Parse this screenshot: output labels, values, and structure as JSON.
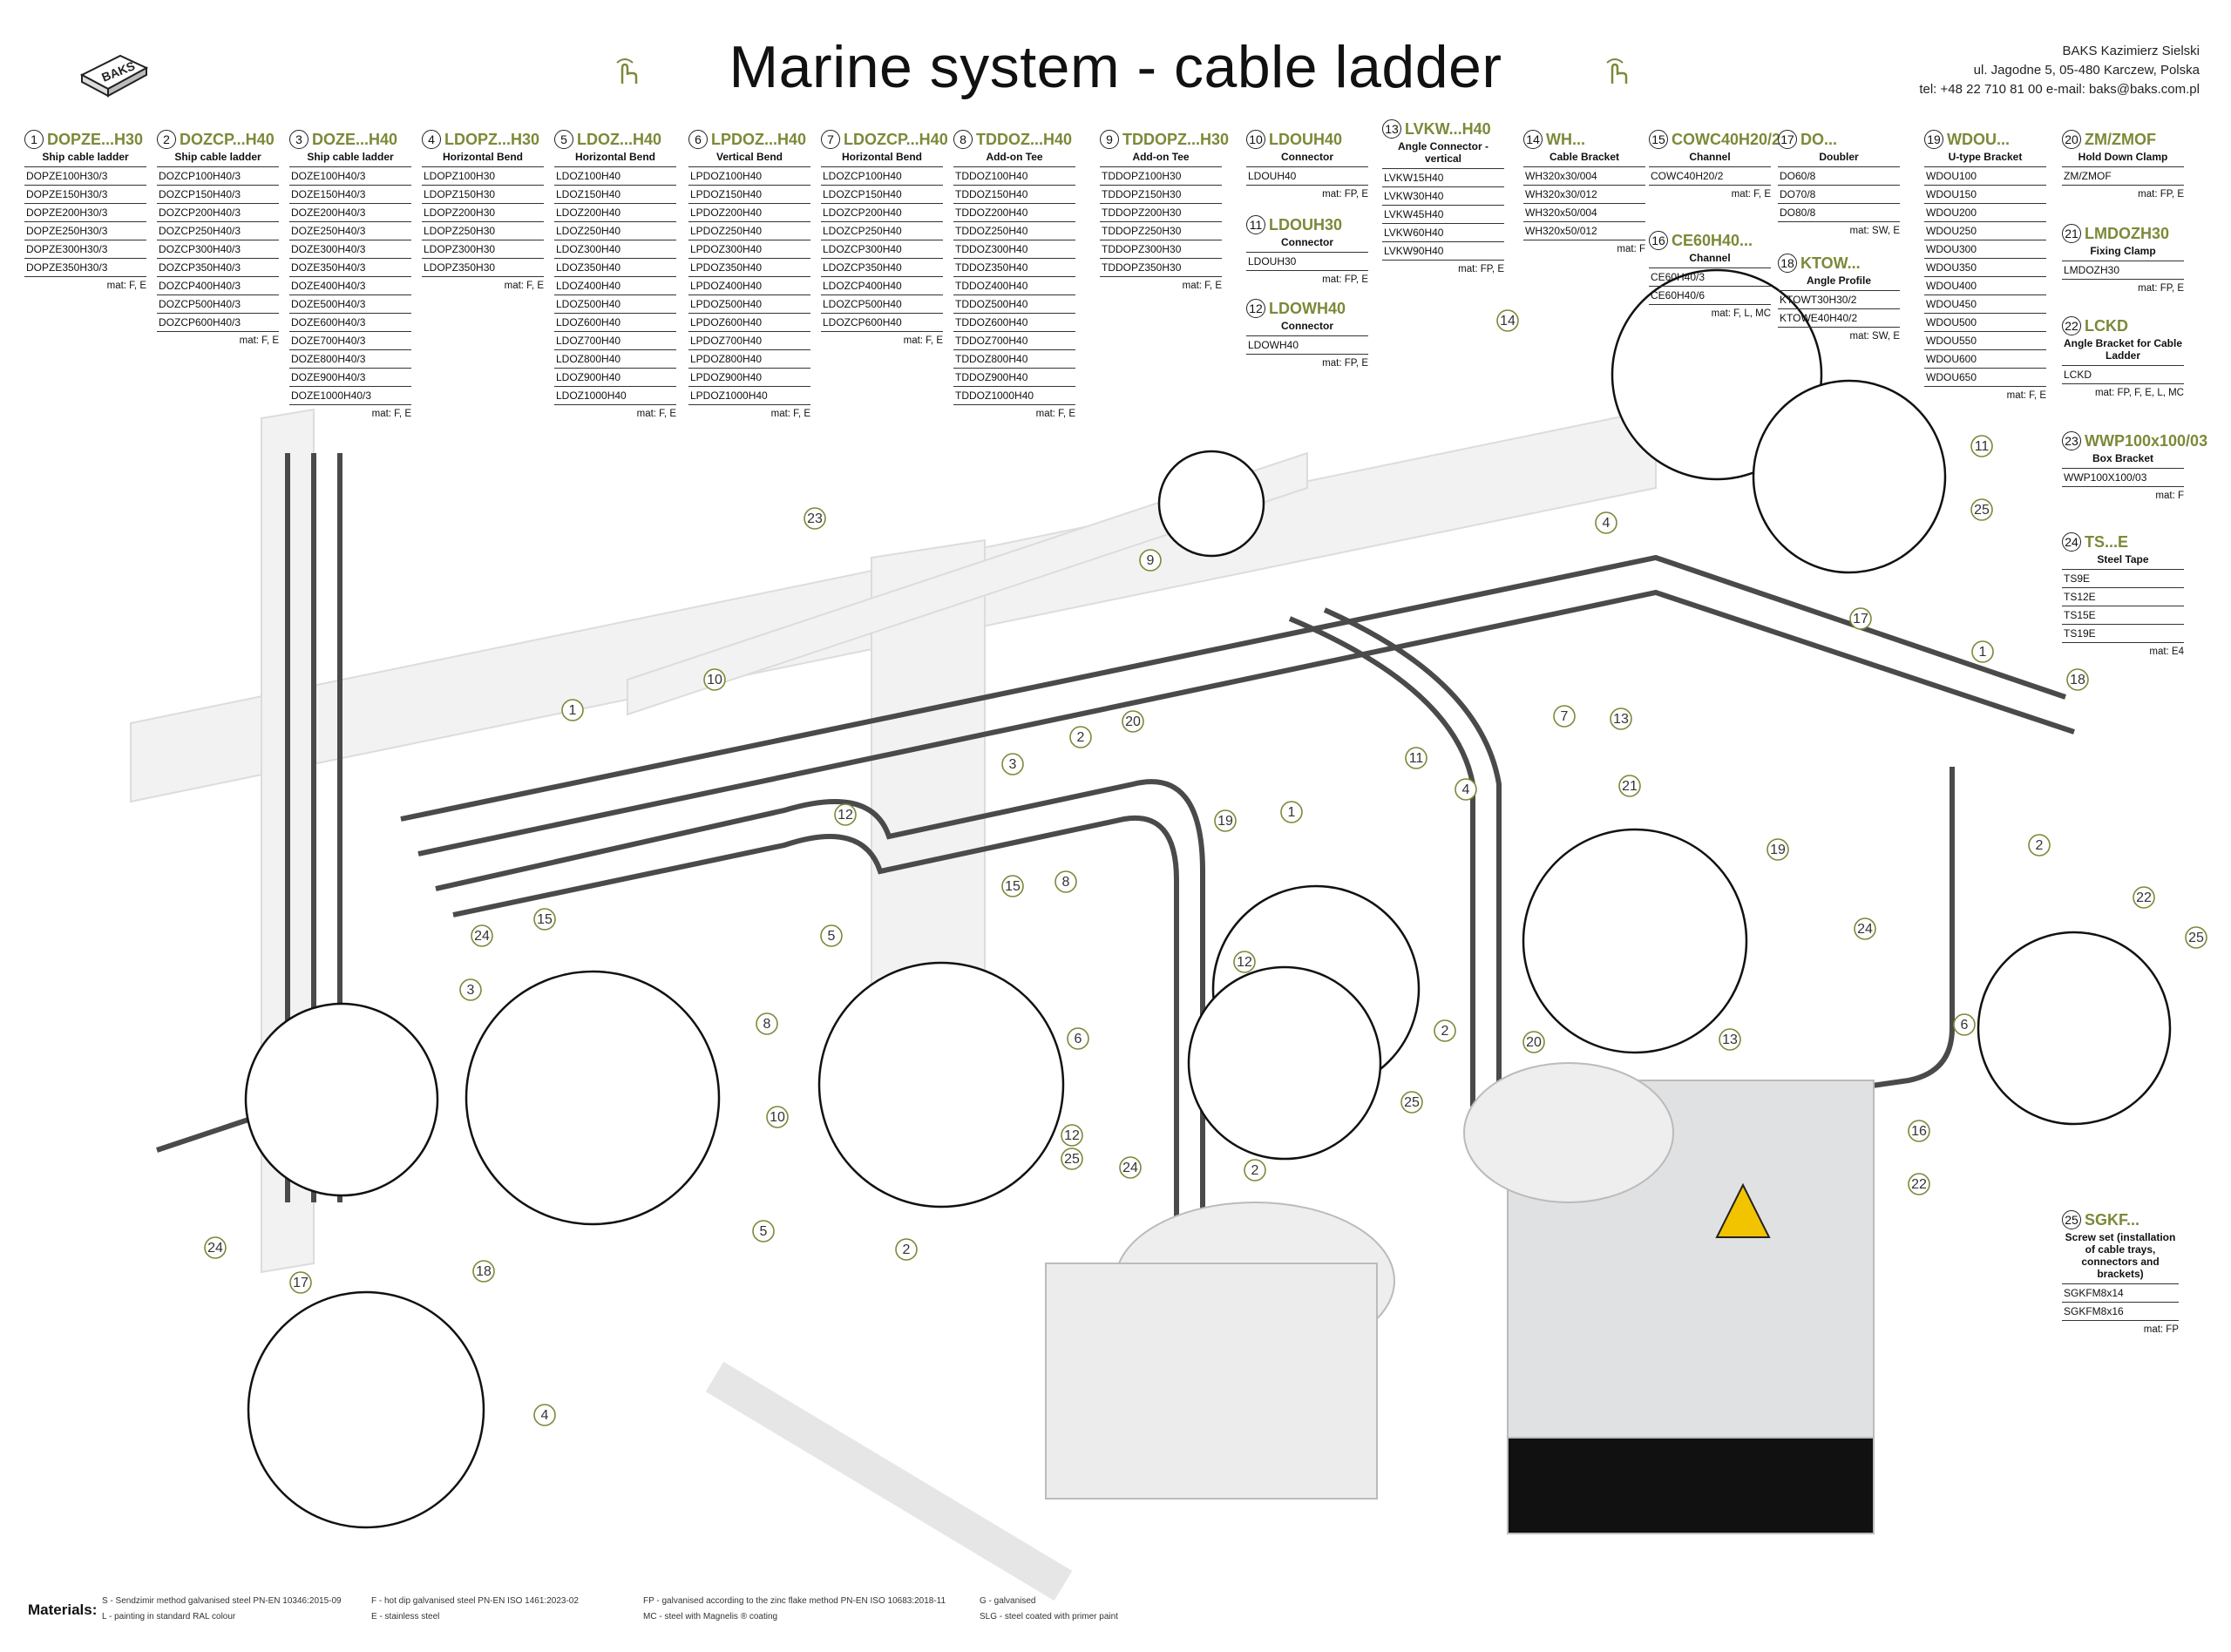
{
  "title": "Marine system - cable ladder",
  "company": {
    "name": "BAKS Kazimierz Sielski",
    "address": "ul. Jagodne 5, 05-480 Karczew, Polska",
    "contact": "tel: +48 22 710 81 00 e-mail: baks@baks.com.pl"
  },
  "logo_text": "BAKS",
  "icons": [
    "baks-logo-icon",
    "hand-touch-icon"
  ],
  "products": [
    {
      "num": "1",
      "code": "DOPZE...H30",
      "name": "Ship cable ladder",
      "items": [
        "DOPZE100H30/3",
        "DOPZE150H30/3",
        "DOPZE200H30/3",
        "DOPZE250H30/3",
        "DOPZE300H30/3",
        "DOPZE350H30/3"
      ],
      "mat": "mat: F, E"
    },
    {
      "num": "2",
      "code": "DOZCP...H40",
      "name": "Ship cable ladder",
      "items": [
        "DOZCP100H40/3",
        "DOZCP150H40/3",
        "DOZCP200H40/3",
        "DOZCP250H40/3",
        "DOZCP300H40/3",
        "DOZCP350H40/3",
        "DOZCP400H40/3",
        "DOZCP500H40/3",
        "DOZCP600H40/3"
      ],
      "mat": "mat: F, E"
    },
    {
      "num": "3",
      "code": "DOZE...H40",
      "name": "Ship cable ladder",
      "items": [
        "DOZE100H40/3",
        "DOZE150H40/3",
        "DOZE200H40/3",
        "DOZE250H40/3",
        "DOZE300H40/3",
        "DOZE350H40/3",
        "DOZE400H40/3",
        "DOZE500H40/3",
        "DOZE600H40/3",
        "DOZE700H40/3",
        "DOZE800H40/3",
        "DOZE900H40/3",
        "DOZE1000H40/3"
      ],
      "mat": "mat: F, E"
    },
    {
      "num": "4",
      "code": "LDOPZ...H30",
      "name": "Horizontal Bend",
      "items": [
        "LDOPZ100H30",
        "LDOPZ150H30",
        "LDOPZ200H30",
        "LDOPZ250H30",
        "LDOPZ300H30",
        "LDOPZ350H30"
      ],
      "mat": "mat: F, E"
    },
    {
      "num": "5",
      "code": "LDOZ...H40",
      "name": "Horizontal Bend",
      "items": [
        "LDOZ100H40",
        "LDOZ150H40",
        "LDOZ200H40",
        "LDOZ250H40",
        "LDOZ300H40",
        "LDOZ350H40",
        "LDOZ400H40",
        "LDOZ500H40",
        "LDOZ600H40",
        "LDOZ700H40",
        "LDOZ800H40",
        "LDOZ900H40",
        "LDOZ1000H40"
      ],
      "mat": "mat: F, E"
    },
    {
      "num": "6",
      "code": "LPDOZ...H40",
      "name": "Vertical Bend",
      "items": [
        "LPDOZ100H40",
        "LPDOZ150H40",
        "LPDOZ200H40",
        "LPDOZ250H40",
        "LPDOZ300H40",
        "LPDOZ350H40",
        "LPDOZ400H40",
        "LPDOZ500H40",
        "LPDOZ600H40",
        "LPDOZ700H40",
        "LPDOZ800H40",
        "LPDOZ900H40",
        "LPDOZ1000H40"
      ],
      "mat": "mat: F, E"
    },
    {
      "num": "7",
      "code": "LDOZCP...H40",
      "name": "Horizontal Bend",
      "items": [
        "LDOZCP100H40",
        "LDOZCP150H40",
        "LDOZCP200H40",
        "LDOZCP250H40",
        "LDOZCP300H40",
        "LDOZCP350H40",
        "LDOZCP400H40",
        "LDOZCP500H40",
        "LDOZCP600H40"
      ],
      "mat": "mat: F, E"
    },
    {
      "num": "8",
      "code": "TDDOZ...H40",
      "name": "Add-on Tee",
      "items": [
        "TDDOZ100H40",
        "TDDOZ150H40",
        "TDDOZ200H40",
        "TDDOZ250H40",
        "TDDOZ300H40",
        "TDDOZ350H40",
        "TDDOZ400H40",
        "TDDOZ500H40",
        "TDDOZ600H40",
        "TDDOZ700H40",
        "TDDOZ800H40",
        "TDDOZ900H40",
        "TDDOZ1000H40"
      ],
      "mat": "mat: F, E"
    },
    {
      "num": "9",
      "code": "TDDOPZ...H30",
      "name": "Add-on Tee",
      "items": [
        "TDDOPZ100H30",
        "TDDOPZ150H30",
        "TDDOPZ200H30",
        "TDDOPZ250H30",
        "TDDOPZ300H30",
        "TDDOPZ350H30"
      ],
      "mat": "mat: F, E"
    },
    {
      "num": "10",
      "code": "LDOUH40",
      "name": "Connector",
      "items": [
        "LDOUH40"
      ],
      "mat": "mat: FP, E"
    },
    {
      "num": "11",
      "code": "LDOUH30",
      "name": "Connector",
      "items": [
        "LDOUH30"
      ],
      "mat": "mat: FP, E"
    },
    {
      "num": "12",
      "code": "LDOWH40",
      "name": "Connector",
      "items": [
        "LDOWH40"
      ],
      "mat": "mat: FP, E"
    },
    {
      "num": "13",
      "code": "LVKW...H40",
      "name": "Angle Connector - vertical",
      "items": [
        "LVKW15H40",
        "LVKW30H40",
        "LVKW45H40",
        "LVKW60H40",
        "LVKW90H40"
      ],
      "mat": "mat: FP, E"
    },
    {
      "num": "14",
      "code": "WH...",
      "name": "Cable Bracket",
      "items": [
        "WH320x30/004",
        "WH320x30/012",
        "WH320x50/004",
        "WH320x50/012"
      ],
      "mat": "mat: F"
    },
    {
      "num": "15",
      "code": "COWC40H20/2",
      "name": "Channel",
      "items": [
        "COWC40H20/2"
      ],
      "mat": "mat: F, E"
    },
    {
      "num": "16",
      "code": "CE60H40...",
      "name": "Channel",
      "items": [
        "CE60H40/3",
        "CE60H40/6"
      ],
      "mat": "mat: F, L, MC"
    },
    {
      "num": "17",
      "code": "DO...",
      "name": "Doubler",
      "items": [
        "DO60/8",
        "DO70/8",
        "DO80/8"
      ],
      "mat": "mat: SW, E"
    },
    {
      "num": "18",
      "code": "KTOW...",
      "name": "Angle Profile",
      "items": [
        "KTOWT30H30/2",
        "KTOWE40H40/2"
      ],
      "mat": "mat: SW, E"
    },
    {
      "num": "19",
      "code": "WDOU...",
      "name": "U-type Bracket",
      "items": [
        "WDOU100",
        "WDOU150",
        "WDOU200",
        "WDOU250",
        "WDOU300",
        "WDOU350",
        "WDOU400",
        "WDOU450",
        "WDOU500",
        "WDOU550",
        "WDOU600",
        "WDOU650"
      ],
      "mat": "mat: F, E"
    },
    {
      "num": "20",
      "code": "ZM/ZMOF",
      "name": "Hold Down Clamp",
      "items": [
        "ZM/ZMOF"
      ],
      "mat": "mat: FP, E"
    },
    {
      "num": "21",
      "code": "LMDOZH30",
      "name": "Fixing Clamp",
      "items": [
        "LMDOZH30"
      ],
      "mat": "mat: FP, E"
    },
    {
      "num": "22",
      "code": "LCKD",
      "name": "Angle Bracket for Cable Ladder",
      "items": [
        "LCKD"
      ],
      "mat": "mat: FP, F, E, L, MC"
    },
    {
      "num": "23",
      "code": "WWP100x100/03",
      "name": "Box Bracket",
      "items": [
        "WWP100X100/03"
      ],
      "mat": "mat: F"
    },
    {
      "num": "24",
      "code": "TS...E",
      "name": "Steel Tape",
      "items": [
        "TS9E",
        "TS12E",
        "TS15E",
        "TS19E"
      ],
      "mat": "mat: E4"
    },
    {
      "num": "25",
      "code": "SGKF...",
      "name": "Screw set (installation of cable trays, connectors and brackets)",
      "items": [
        "SGKFM8x14",
        "SGKFM8x16"
      ],
      "mat": "mat: FP"
    }
  ],
  "callout_labels": [
    "1",
    "2",
    "3",
    "4",
    "5",
    "6",
    "7",
    "8",
    "9",
    "10",
    "11",
    "12",
    "13",
    "14",
    "15",
    "16",
    "17",
    "18",
    "19",
    "20",
    "21",
    "22",
    "23",
    "24",
    "25"
  ],
  "materials": {
    "title": "Materials:",
    "entries": [
      "S - Sendzimir method galvanised steel PN-EN 10346:2015-09",
      "F - hot dip galvanised steel PN-EN ISO 1461:2023-02",
      "FP - galvanised according to the zinc flake method PN-EN ISO 10683:2018-11",
      "G - galvanised",
      "L - painting in standard RAL colour",
      "E - stainless steel",
      "MC - steel with Magnelis ® coating",
      "SLG - steel coated with primer paint"
    ]
  },
  "colors": {
    "accent": "#7a8a38",
    "callout": "#7a8a38",
    "ladder": "#4a4a4a"
  }
}
